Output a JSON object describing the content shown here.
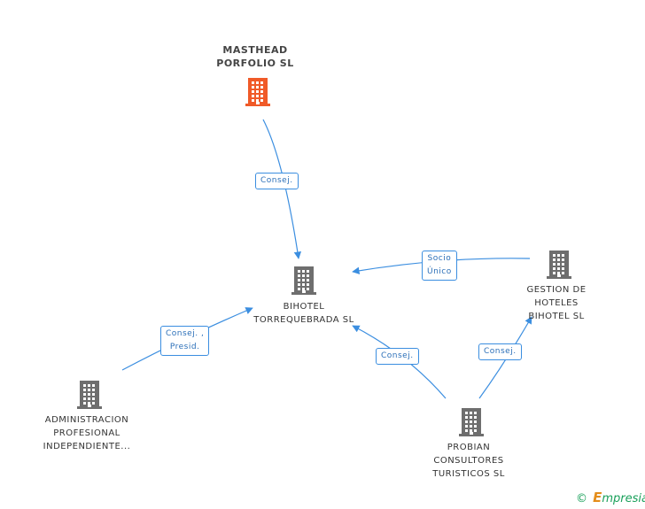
{
  "nodes": {
    "masthead": {
      "lines": [
        "MASTHEAD",
        "PORFOLIO  SL"
      ],
      "color": "#f05a28"
    },
    "bihotel": {
      "lines": [
        "BIHOTEL",
        "TORREQUEBRADA SL"
      ],
      "color": "#6e6e6e"
    },
    "gestion": {
      "lines": [
        "GESTION DE",
        "HOTELES",
        "BIHOTEL SL"
      ],
      "color": "#6e6e6e"
    },
    "administracion": {
      "lines": [
        "ADMINISTRACION",
        "PROFESIONAL",
        "INDEPENDIENTE..."
      ],
      "color": "#6e6e6e"
    },
    "probian": {
      "lines": [
        "PROBIAN",
        "CONSULTORES",
        "TURISTICOS  SL"
      ],
      "color": "#6e6e6e"
    }
  },
  "edges": {
    "masthead_bihotel": {
      "lines": [
        "Consej."
      ]
    },
    "gestion_bihotel": {
      "lines": [
        "Socio",
        "Único"
      ]
    },
    "administracion_bihotel": {
      "lines": [
        "Consej. ,",
        "Presid."
      ]
    },
    "probian_bihotel": {
      "lines": [
        "Consej."
      ]
    },
    "probian_gestion": {
      "lines": [
        "Consej."
      ]
    }
  },
  "colors": {
    "edge": "#3b8ee0",
    "label_border": "#3b8ee0",
    "label_text": "#2b6fb8"
  },
  "footer": {
    "copyright_symbol": "©",
    "brand_first": "E",
    "brand_rest": "mpresia"
  }
}
